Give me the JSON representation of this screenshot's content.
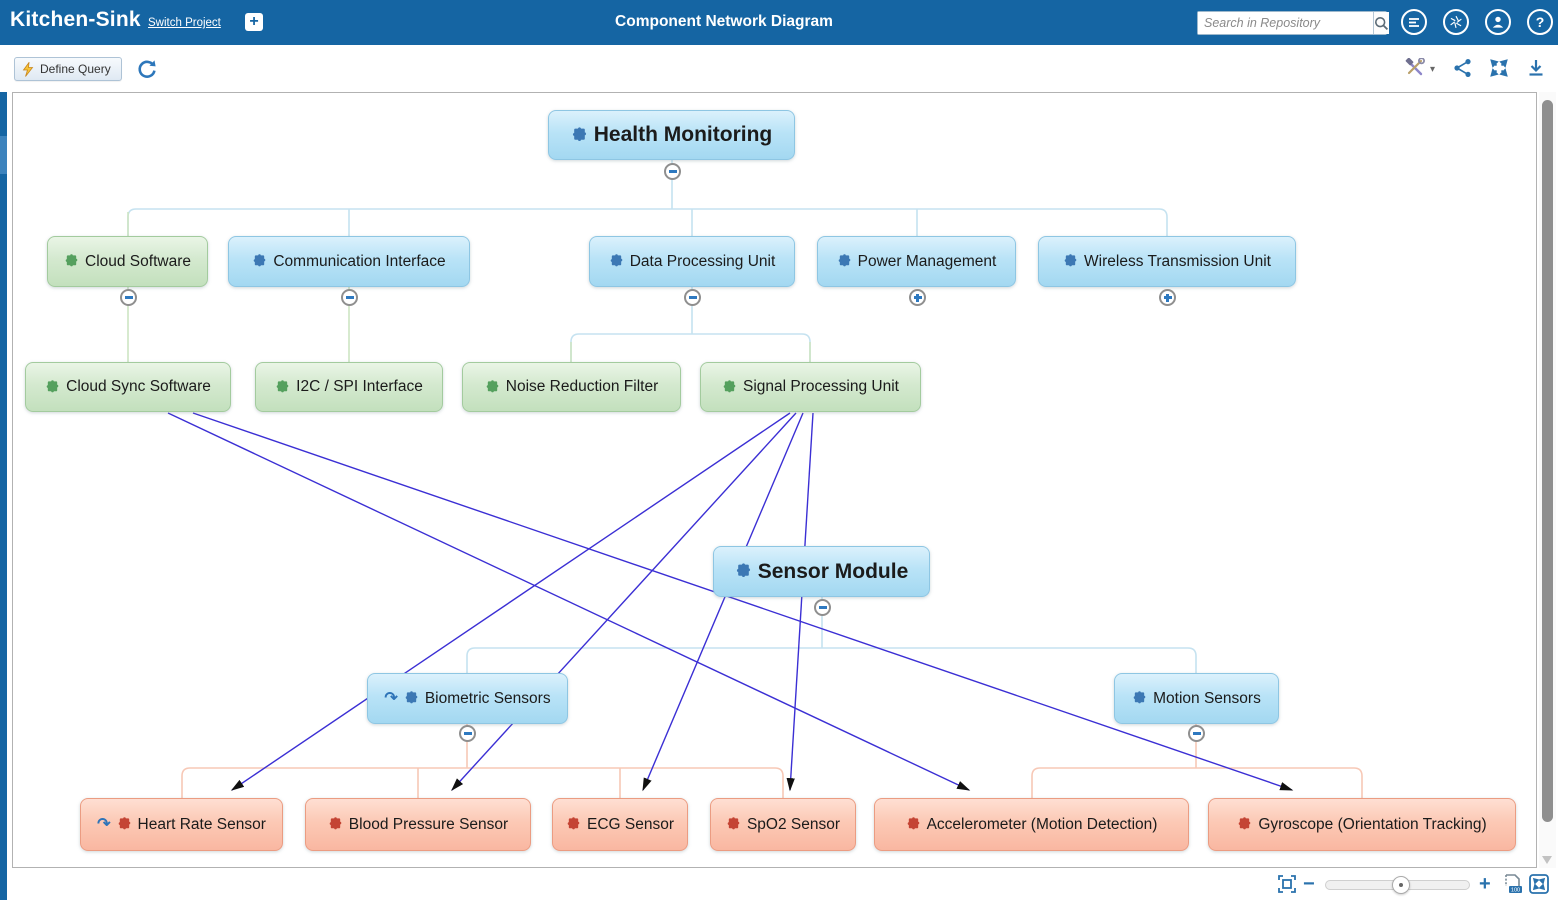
{
  "app": {
    "project_name": "Kitchen-Sink",
    "switch_project_label": "Switch Project",
    "page_title": "Component Network Diagram",
    "search_placeholder": "Search in Repository"
  },
  "toolbar": {
    "define_query_label": "Define Query"
  },
  "icons": {
    "add_plus": "+",
    "help": "?",
    "tools_caret": "▾"
  },
  "zoom_controls": {
    "minus_label": "−",
    "plus_label": "+",
    "zoom_100_badge": "100"
  },
  "colors": {
    "header_bg": "#1565a3",
    "accent_blue": "#2a72ad",
    "node_blue": "#aedcf4",
    "node_green": "#cfe7ca",
    "node_red": "#f9bca6",
    "puzzle_blue": "#3c78b4",
    "puzzle_green": "#55a05e",
    "puzzle_red": "#c44434",
    "arrow_line": "#3b2fd4",
    "tree_blue": "#c5e2f0",
    "tree_salmon": "#f7c8b6",
    "tree_green": "#cde5c3"
  },
  "diagram": {
    "nodes": [
      {
        "label": "Health Monitoring",
        "type": "blue",
        "emphasis": true,
        "expand_state": "expanded"
      },
      {
        "label": "Cloud Software",
        "type": "green",
        "expand_state": "expanded"
      },
      {
        "label": "Communication Interface",
        "type": "blue",
        "expand_state": "expanded"
      },
      {
        "label": "Data Processing Unit",
        "type": "blue",
        "expand_state": "expanded"
      },
      {
        "label": "Power Management",
        "type": "blue",
        "expand_state": "collapsed"
      },
      {
        "label": "Wireless Transmission Unit",
        "type": "blue",
        "expand_state": "collapsed"
      },
      {
        "label": "Cloud Sync Software",
        "type": "green"
      },
      {
        "label": "I2C / SPI Interface",
        "type": "green"
      },
      {
        "label": "Noise Reduction Filter",
        "type": "green"
      },
      {
        "label": "Signal Processing Unit",
        "type": "green"
      },
      {
        "label": "Sensor Module",
        "type": "blue",
        "emphasis": true,
        "expand_state": "expanded"
      },
      {
        "label": "Biometric Sensors",
        "type": "blue",
        "suspect": true,
        "expand_state": "expanded"
      },
      {
        "label": "Motion Sensors",
        "type": "blue",
        "expand_state": "expanded"
      },
      {
        "label": "Heart Rate Sensor",
        "type": "red",
        "suspect": true
      },
      {
        "label": "Blood Pressure Sensor",
        "type": "red"
      },
      {
        "label": "ECG Sensor",
        "type": "red"
      },
      {
        "label": "SpO2 Sensor",
        "type": "red"
      },
      {
        "label": "Accelerometer (Motion Detection)",
        "type": "red"
      },
      {
        "label": "Gyroscope (Orientation Tracking)",
        "type": "red"
      }
    ],
    "hierarchy": {
      "Health Monitoring": [
        "Cloud Software",
        "Communication Interface",
        "Data Processing Unit",
        "Power Management",
        "Wireless Transmission Unit"
      ],
      "Cloud Software": [
        "Cloud Sync Software"
      ],
      "Communication Interface": [
        "I2C / SPI Interface"
      ],
      "Data Processing Unit": [
        "Noise Reduction Filter",
        "Signal Processing Unit"
      ],
      "Sensor Module": [
        "Biometric Sensors",
        "Motion Sensors"
      ],
      "Biometric Sensors": [
        "Heart Rate Sensor",
        "Blood Pressure Sensor",
        "ECG Sensor",
        "SpO2 Sensor"
      ],
      "Motion Sensors": [
        "Accelerometer (Motion Detection)",
        "Gyroscope (Orientation Tracking)"
      ]
    },
    "relationship_arrows": [
      {
        "from": "Signal Processing Unit",
        "to": "Heart Rate Sensor"
      },
      {
        "from": "Signal Processing Unit",
        "to": "Blood Pressure Sensor"
      },
      {
        "from": "Signal Processing Unit",
        "to": "ECG Sensor"
      },
      {
        "from": "Signal Processing Unit",
        "to": "SpO2 Sensor"
      },
      {
        "from": "Cloud Sync Software",
        "to": "Accelerometer (Motion Detection)"
      },
      {
        "from": "Cloud Sync Software",
        "to": "Gyroscope (Orientation Tracking)"
      }
    ]
  }
}
